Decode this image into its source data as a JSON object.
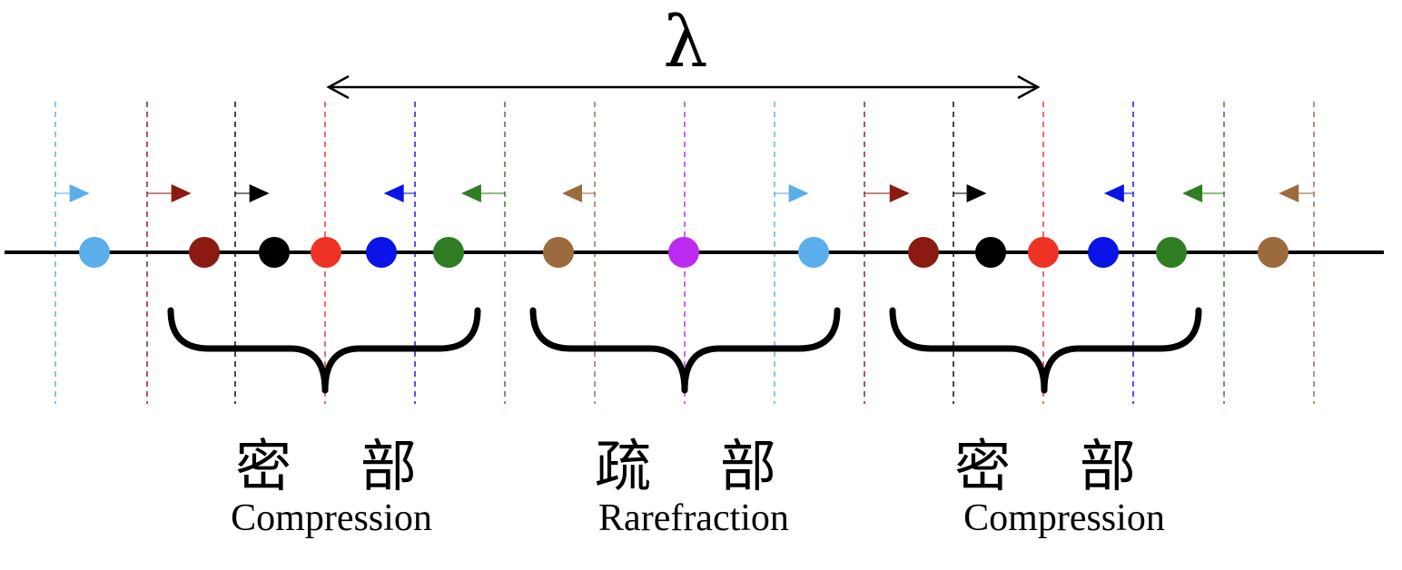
{
  "diagram": {
    "wavelength_symbol": "λ",
    "regions": [
      {
        "cjk": "密 部",
        "english": "Compression"
      },
      {
        "cjk": "疏 部",
        "english": "Rarefraction"
      },
      {
        "cjk": "密 部",
        "english": "Compression"
      }
    ],
    "particles": [
      {
        "color": "#5aaeea",
        "arrow": "right"
      },
      {
        "color": "#8b1a12",
        "arrow": "right"
      },
      {
        "color": "#000000",
        "arrow": "right"
      },
      {
        "color": "#ee3224",
        "arrow": "none"
      },
      {
        "color": "#0a14e6",
        "arrow": "left"
      },
      {
        "color": "#2e7d23",
        "arrow": "left"
      },
      {
        "color": "#9b6b3e",
        "arrow": "left"
      },
      {
        "color": "#bb2bf0",
        "arrow": "none"
      },
      {
        "color": "#5aaeea",
        "arrow": "right"
      },
      {
        "color": "#8b1a12",
        "arrow": "right"
      },
      {
        "color": "#000000",
        "arrow": "right"
      },
      {
        "color": "#ee3224",
        "arrow": "none"
      },
      {
        "color": "#0a14e6",
        "arrow": "left"
      },
      {
        "color": "#2e7d23",
        "arrow": "left"
      },
      {
        "color": "#9b6b3e",
        "arrow": "left"
      }
    ]
  }
}
